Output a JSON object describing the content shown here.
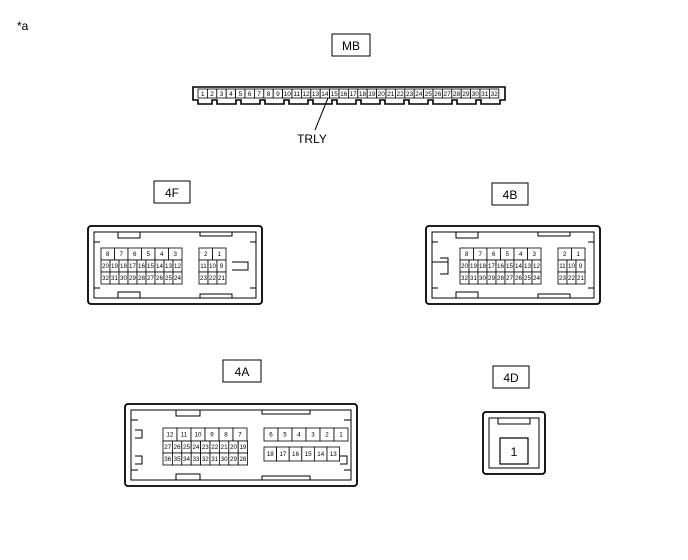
{
  "page_label": "*a",
  "connectors": {
    "MB": {
      "label": "MB",
      "pins": [
        "1",
        "2",
        "3",
        "4",
        "5",
        "6",
        "7",
        "8",
        "9",
        "10",
        "11",
        "12",
        "13",
        "14",
        "15",
        "16",
        "17",
        "18",
        "19",
        "20",
        "21",
        "22",
        "23",
        "24",
        "25",
        "26",
        "27",
        "28",
        "29",
        "30",
        "31",
        "32"
      ],
      "callout": "TRLY"
    },
    "4F": {
      "label": "4F",
      "left_rows": [
        [
          "8",
          "7",
          "6",
          "5",
          "4",
          "3"
        ],
        [
          "20",
          "19",
          "18",
          "17",
          "16",
          "15",
          "14",
          "13",
          "12"
        ],
        [
          "32",
          "31",
          "30",
          "29",
          "28",
          "27",
          "26",
          "25",
          "24"
        ]
      ],
      "right_rows": [
        [
          "2",
          "1"
        ],
        [
          "11",
          "10",
          "9"
        ],
        [
          "23",
          "22",
          "21"
        ]
      ]
    },
    "4B": {
      "label": "4B",
      "left_rows": [
        [
          "8",
          "7",
          "6",
          "5",
          "4",
          "3"
        ],
        [
          "20",
          "19",
          "18",
          "17",
          "16",
          "15",
          "14",
          "13",
          "12"
        ],
        [
          "32",
          "31",
          "30",
          "29",
          "28",
          "27",
          "26",
          "25",
          "24"
        ]
      ],
      "right_rows": [
        [
          "2",
          "1"
        ],
        [
          "11",
          "10",
          "9"
        ],
        [
          "23",
          "22",
          "21"
        ]
      ]
    },
    "4A": {
      "label": "4A",
      "left_rows": [
        [
          "12",
          "11",
          "10",
          "9",
          "8",
          "7"
        ],
        [
          "27",
          "26",
          "25",
          "24",
          "23",
          "22",
          "21",
          "20",
          "19"
        ],
        [
          "36",
          "35",
          "34",
          "33",
          "32",
          "31",
          "30",
          "29",
          "28"
        ]
      ],
      "right_rows": [
        [
          "6",
          "5",
          "4",
          "3",
          "2",
          "1"
        ],
        [
          "18",
          "17",
          "16",
          "15",
          "14",
          "13"
        ]
      ]
    },
    "4D": {
      "label": "4D",
      "pins": [
        "1"
      ]
    }
  }
}
